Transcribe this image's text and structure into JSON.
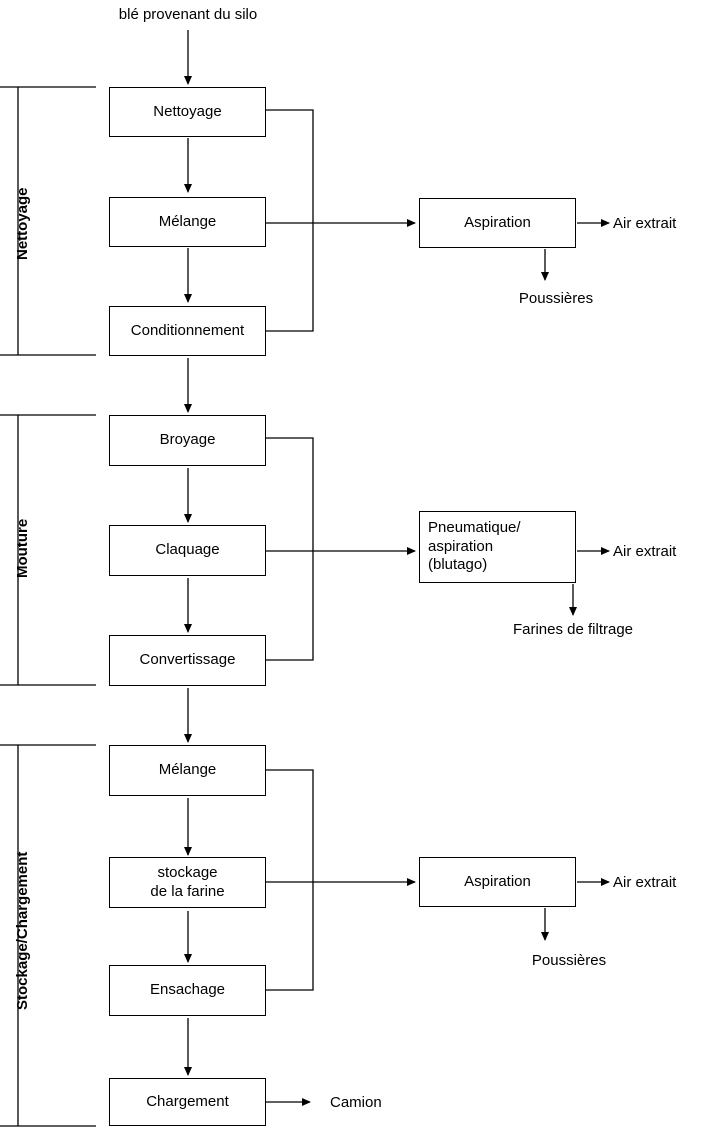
{
  "diagram": {
    "title_label": "blé provenant du silo",
    "groups": [
      {
        "id": "nettoyage",
        "label": "Nettoyage"
      },
      {
        "id": "mouture",
        "label": "Mouture"
      },
      {
        "id": "stockage",
        "label": "Stockage/Chargement"
      }
    ],
    "process_nodes": [
      {
        "id": "nettoyage-box",
        "label": "Nettoyage"
      },
      {
        "id": "melange-1",
        "label": "Mélange"
      },
      {
        "id": "conditionnement",
        "label": "Conditionnement"
      },
      {
        "id": "broyage",
        "label": "Broyage"
      },
      {
        "id": "claquage",
        "label": "Claquage"
      },
      {
        "id": "convertissage",
        "label": "Convertissage"
      },
      {
        "id": "melange-2",
        "label": "Mélange"
      },
      {
        "id": "stockage-farine",
        "label": "stockage\nde la farine"
      },
      {
        "id": "ensachage",
        "label": "Ensachage"
      },
      {
        "id": "chargement",
        "label": "Chargement"
      }
    ],
    "side_nodes": [
      {
        "id": "aspiration-1",
        "label": "Aspiration"
      },
      {
        "id": "pneumatique",
        "label": "Pneumatique/\naspiration\n(blutago)"
      },
      {
        "id": "aspiration-2",
        "label": "Aspiration"
      }
    ],
    "output_labels": [
      {
        "id": "air-extrait-1",
        "label": "Air extrait"
      },
      {
        "id": "poussieres-1",
        "label": "Poussières"
      },
      {
        "id": "air-extrait-2",
        "label": "Air extrait"
      },
      {
        "id": "farines-filtrage",
        "label": "Farines de filtrage"
      },
      {
        "id": "air-extrait-3",
        "label": "Air extrait"
      },
      {
        "id": "poussieres-2",
        "label": "Poussières"
      },
      {
        "id": "camion",
        "label": "Camion"
      }
    ],
    "colors": {
      "stroke": "#000000",
      "fill": "#ffffff",
      "text": "#000000"
    }
  }
}
